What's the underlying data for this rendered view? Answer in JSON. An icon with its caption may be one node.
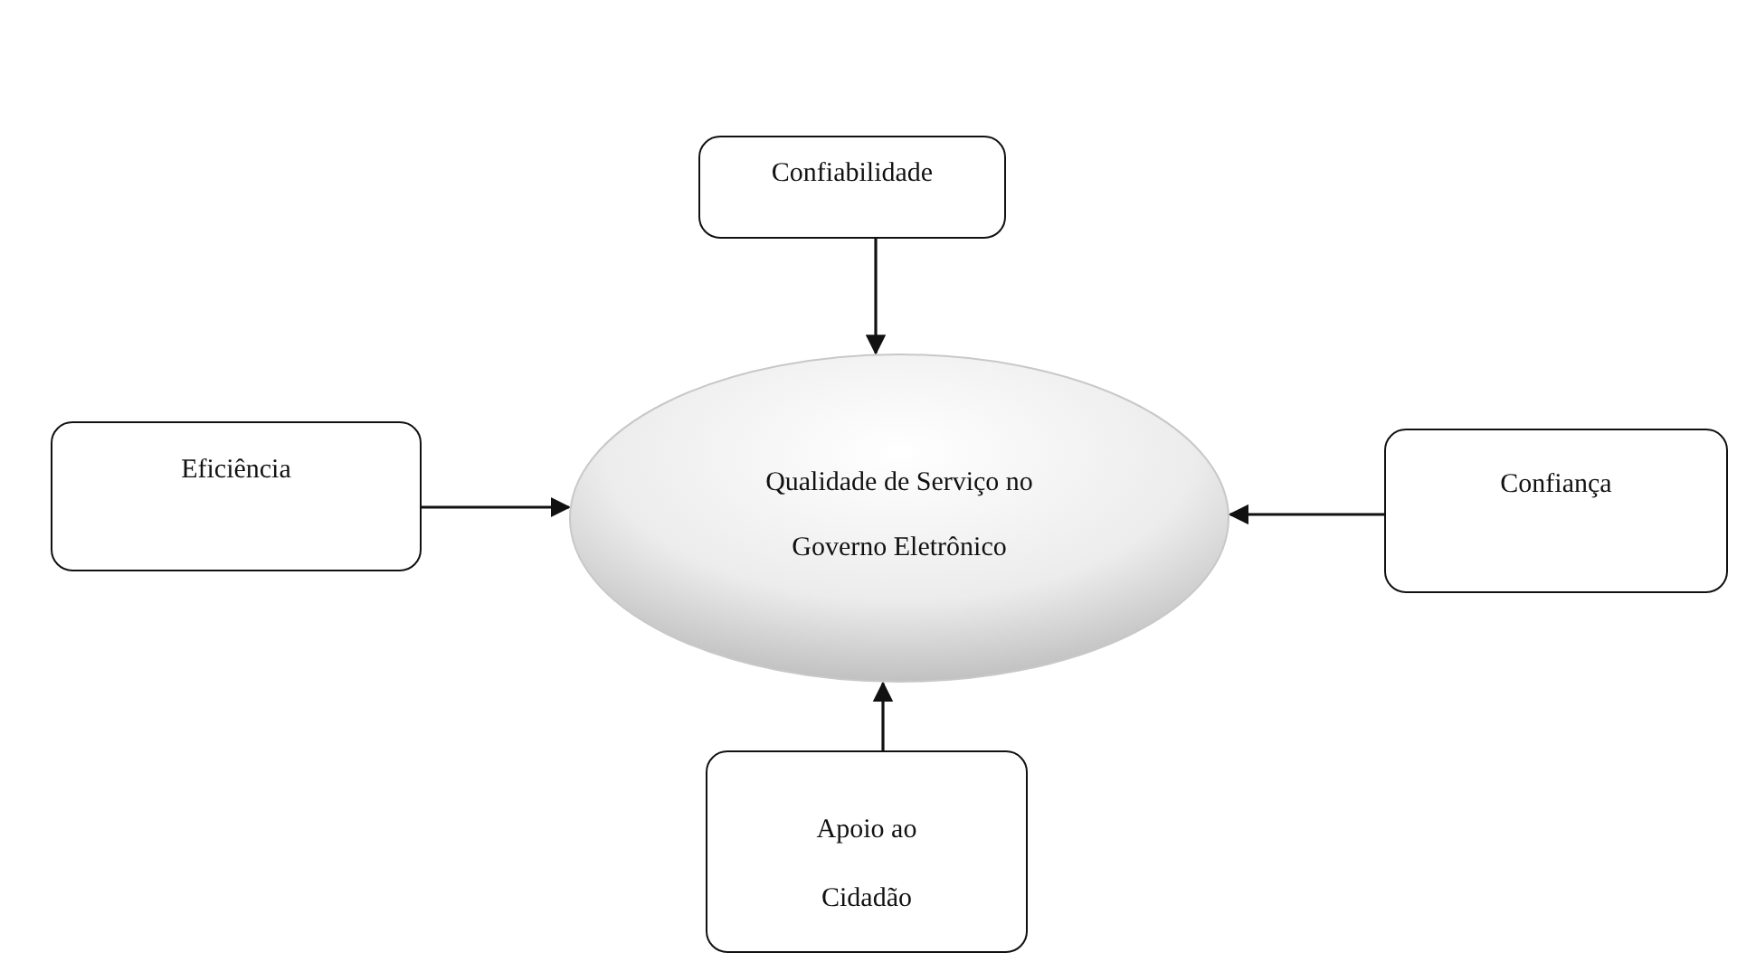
{
  "diagram": {
    "nodes": [
      {
        "text": [
          "Confiabilidade"
        ]
      },
      {
        "text": [
          "Eficiência"
        ]
      },
      {
        "text": [
          "Qualidade de Serviço no Governo Eletrônico"
        ]
      },
      {
        "text": [
          "Confiança"
        ]
      },
      {
        "text": [
          "Apoio ao Cidadão"
        ]
      }
    ],
    "edges": [
      {
        "from": 0,
        "to": 2,
        "arrow": "to"
      },
      {
        "from": 1,
        "to": 2,
        "arrow": "to"
      },
      {
        "from": 3,
        "to": 2,
        "arrow": "to"
      },
      {
        "from": 4,
        "to": 2,
        "arrow": "to"
      }
    ]
  }
}
